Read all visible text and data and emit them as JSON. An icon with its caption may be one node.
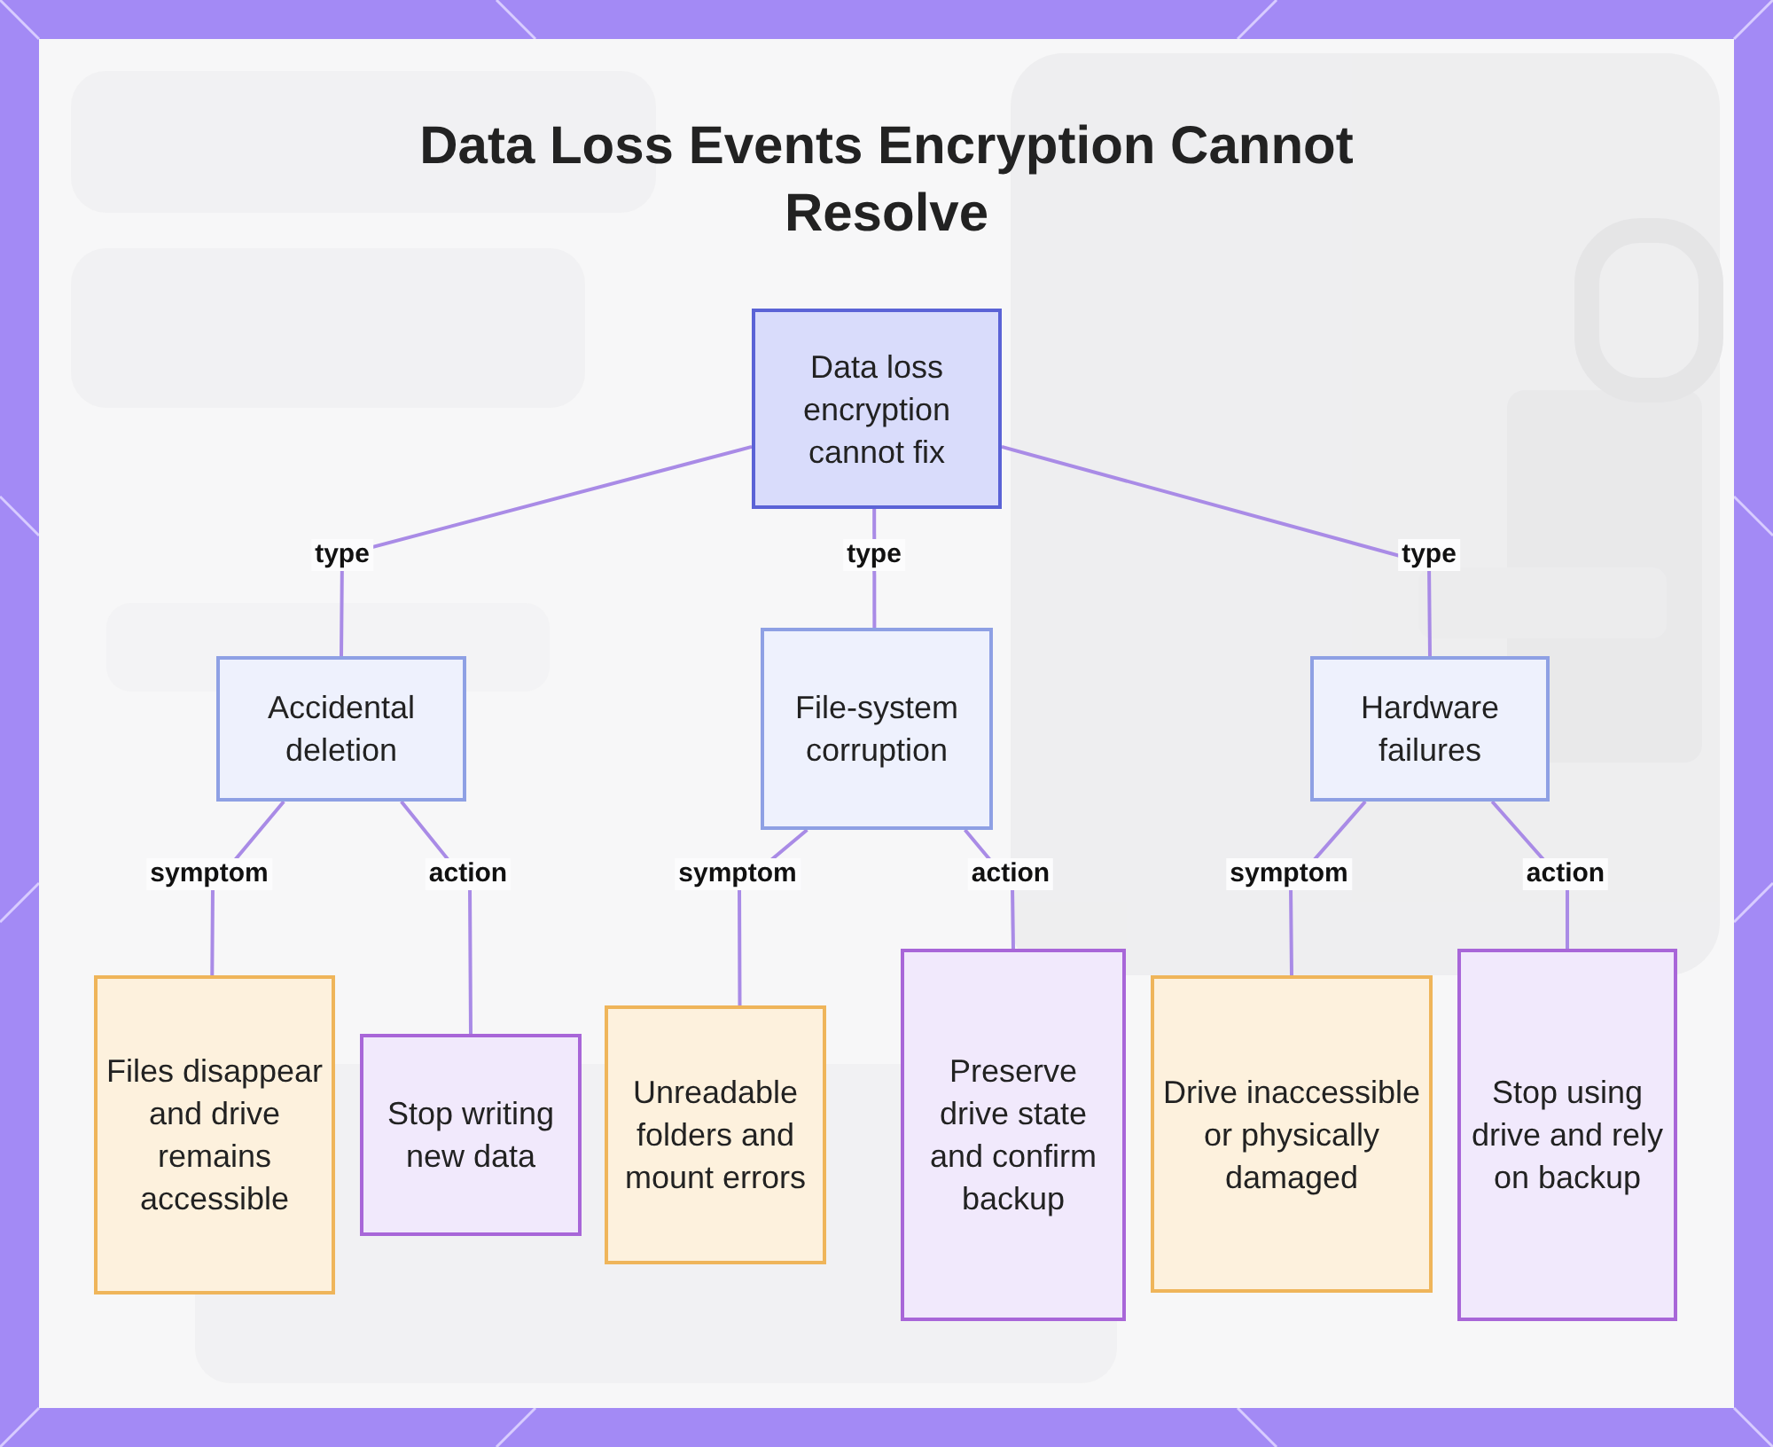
{
  "diagram": {
    "title": "Data Loss Events Encryption Cannot Resolve",
    "nodes": [
      {
        "text": [
          "Data loss encryption cannot fix"
        ]
      },
      {
        "text": [
          "Accidental deletion"
        ]
      },
      {
        "text": [
          "File-system corruption"
        ]
      },
      {
        "text": [
          "Hardware failures"
        ]
      },
      {
        "text": [
          "Files disappear and drive remains accessible"
        ]
      },
      {
        "text": [
          "Stop writing new data"
        ]
      },
      {
        "text": [
          "Unreadable folders and mount errors"
        ]
      },
      {
        "text": [
          "Preserve drive state and confirm backup"
        ]
      },
      {
        "text": [
          "Drive inaccessible or physically damaged"
        ]
      },
      {
        "text": [
          "Stop using drive and rely on backup"
        ]
      }
    ],
    "edges": [
      {
        "from": 0,
        "to": 1,
        "arrow": "none",
        "label": "type"
      },
      {
        "from": 0,
        "to": 2,
        "arrow": "none",
        "label": "type"
      },
      {
        "from": 0,
        "to": 3,
        "arrow": "none",
        "label": "type"
      },
      {
        "from": 1,
        "to": 4,
        "arrow": "none",
        "label": "symptom"
      },
      {
        "from": 1,
        "to": 5,
        "arrow": "none",
        "label": "action"
      },
      {
        "from": 2,
        "to": 6,
        "arrow": "none",
        "label": "symptom"
      },
      {
        "from": 2,
        "to": 7,
        "arrow": "none",
        "label": "action"
      },
      {
        "from": 3,
        "to": 8,
        "arrow": "none",
        "label": "symptom"
      },
      {
        "from": 3,
        "to": 9,
        "arrow": "none",
        "label": "action"
      }
    ]
  }
}
